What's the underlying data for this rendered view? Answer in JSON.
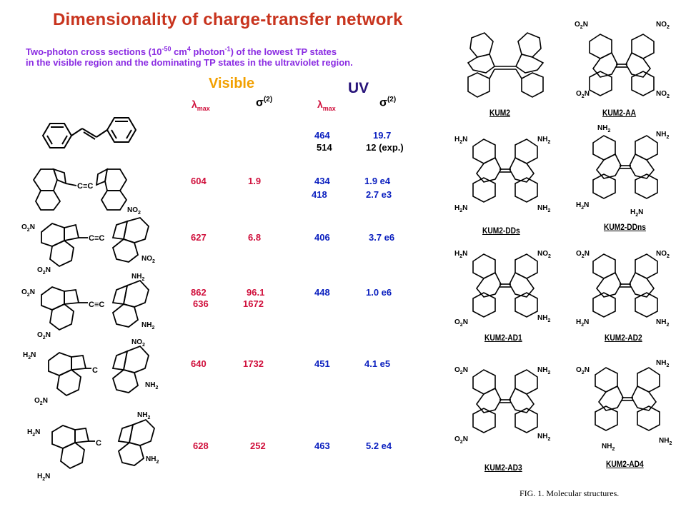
{
  "title": "Dimensionality of charge-transfer network",
  "subtitle": {
    "line1_pre": "Two-photon cross sections (10",
    "exp1": "-50",
    "line1_mid": " cm",
    "exp2": "4",
    "line1_mid2": " photon",
    "exp3": "-1",
    "line1_post": ") of the lowest TP states",
    "line2": "in the visible region and  the dominating TP states in the ultraviolet region."
  },
  "headers": {
    "visible": "Visible",
    "uv": "UV",
    "lambda": "λ",
    "max": "max",
    "sigma": "σ",
    "sigma_sup": "(2)"
  },
  "rows": [
    {
      "vis_lambda": "",
      "vis_sigma": "",
      "uv_lambda": "464",
      "uv_sigma": "19.7",
      "uv_lambda2": "514",
      "uv_sigma2": "12 (exp.)"
    },
    {
      "vis_lambda": "604",
      "vis_sigma": "1.9",
      "uv_lambda": "434",
      "uv_sigma": "1.9 e4",
      "uv_lambda2": "418",
      "uv_sigma2": "2.7 e3"
    },
    {
      "vis_lambda": "627",
      "vis_sigma": "6.8",
      "uv_lambda": "406",
      "uv_sigma": "3.7 e6"
    },
    {
      "vis_lambda": "862",
      "vis_sigma": "96.1",
      "vis_lambda2": "636",
      "vis_sigma2": "1672",
      "uv_lambda": "448",
      "uv_sigma": "1.0 e6"
    },
    {
      "vis_lambda": "640",
      "vis_sigma": "1732",
      "uv_lambda": "451",
      "uv_sigma": "4.1 e5"
    },
    {
      "vis_lambda": "628",
      "vis_sigma": "252",
      "uv_lambda": "463",
      "uv_sigma": "5.2 e4"
    }
  ],
  "left_groups": {
    "no2": "NO",
    "nh2": "NH",
    "sub2": "2",
    "o2n_o": "O",
    "o2n_n": "N",
    "h2n_h": "H",
    "h2n_n": "N",
    "cc": "C≡C",
    "c": "C",
    "c2": "C"
  },
  "molecules": [
    "KUM2",
    "KUM2-AA",
    "KUM2-DDs",
    "KUM2-DDns",
    "KUM2-AD1",
    "KUM2-AD2",
    "KUM2-AD3",
    "KUM2-AD4"
  ],
  "caption": "FIG. 1. Molecular structures.",
  "colors": {
    "title": "#c8341e",
    "subtitle": "#8a2be2",
    "visible": "#f2a000",
    "uv": "#28147a",
    "visible_values": "#d0103c",
    "uv_values": "#0a1fbf"
  }
}
